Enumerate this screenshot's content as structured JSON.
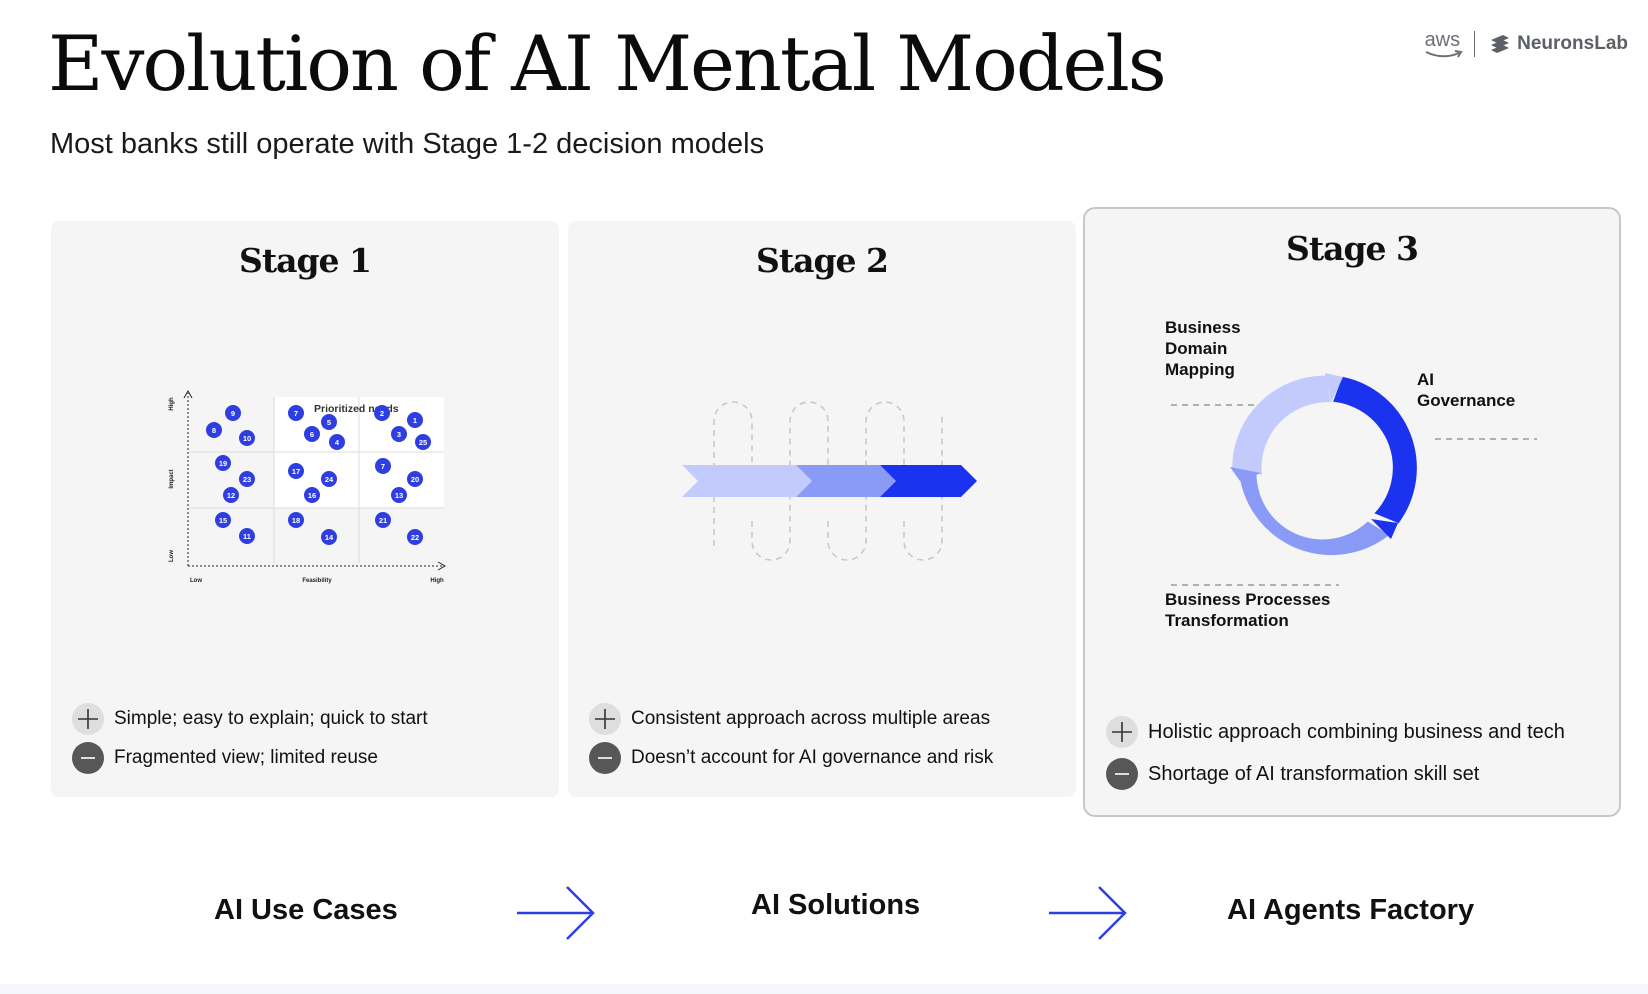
{
  "header": {
    "title": "Evolution of AI Mental Models",
    "subtitle": "Most banks still operate with Stage 1-2 decision models"
  },
  "logos": {
    "aws": "aws",
    "neuronslab": "NeuronsLab"
  },
  "stages": [
    {
      "title": "Stage 1",
      "pro": "Simple; easy to explain; quick to start",
      "con": "Fragmented view; limited reuse",
      "matrix": {
        "y_axis_label": "Impact",
        "y_low": "Low",
        "y_high": "High",
        "x_axis_label": "Feasibility",
        "x_low": "Low",
        "x_high": "High",
        "highlight_label": "Prioritized needs",
        "points": [
          {
            "label": "9",
            "col": 0,
            "row": 0
          },
          {
            "label": "8",
            "col": 0,
            "row": 0
          },
          {
            "label": "10",
            "col": 0,
            "row": 0
          },
          {
            "label": "7",
            "col": 1,
            "row": 0
          },
          {
            "label": "5",
            "col": 1,
            "row": 0
          },
          {
            "label": "6",
            "col": 1,
            "row": 0
          },
          {
            "label": "4",
            "col": 1,
            "row": 0
          },
          {
            "label": "2",
            "col": 2,
            "row": 0
          },
          {
            "label": "1",
            "col": 2,
            "row": 0
          },
          {
            "label": "3",
            "col": 2,
            "row": 0
          },
          {
            "label": "25",
            "col": 2,
            "row": 0
          },
          {
            "label": "19",
            "col": 0,
            "row": 1
          },
          {
            "label": "23",
            "col": 0,
            "row": 1
          },
          {
            "label": "12",
            "col": 0,
            "row": 1
          },
          {
            "label": "17",
            "col": 1,
            "row": 1
          },
          {
            "label": "24",
            "col": 1,
            "row": 1
          },
          {
            "label": "16",
            "col": 1,
            "row": 1
          },
          {
            "label": "7",
            "col": 2,
            "row": 1
          },
          {
            "label": "20",
            "col": 2,
            "row": 1
          },
          {
            "label": "13",
            "col": 2,
            "row": 1
          },
          {
            "label": "15",
            "col": 0,
            "row": 2
          },
          {
            "label": "11",
            "col": 0,
            "row": 2
          },
          {
            "label": "18",
            "col": 1,
            "row": 2
          },
          {
            "label": "14",
            "col": 1,
            "row": 2
          },
          {
            "label": "21",
            "col": 2,
            "row": 2
          },
          {
            "label": "22",
            "col": 2,
            "row": 2
          }
        ]
      }
    },
    {
      "title": "Stage 2",
      "pro": "Consistent approach across multiple areas",
      "con": "Doesn’t account for AI governance and risk"
    },
    {
      "title": "Stage 3",
      "pro": "Holistic approach combining business and tech",
      "con": "Shortage of AI transformation skill set",
      "cycle": {
        "business_domain": "Business\nDomain\nMapping",
        "ai_governance": "AI\nGovernance",
        "business_processes": "Business Processes\nTransformation"
      }
    }
  ],
  "bottom": {
    "labels": [
      "AI Use Cases",
      "AI Solutions",
      "AI Agents Factory"
    ]
  },
  "colors": {
    "dot": "#2e3ee0",
    "blue_dark": "#1b32ee",
    "blue_mid": "#8a9af7",
    "blue_light": "#c3cbfc",
    "arrow": "#2f3fe3",
    "card_bg": "#f5f5f5",
    "pro_icon_bg": "#dedede",
    "con_icon_bg": "#575757"
  }
}
